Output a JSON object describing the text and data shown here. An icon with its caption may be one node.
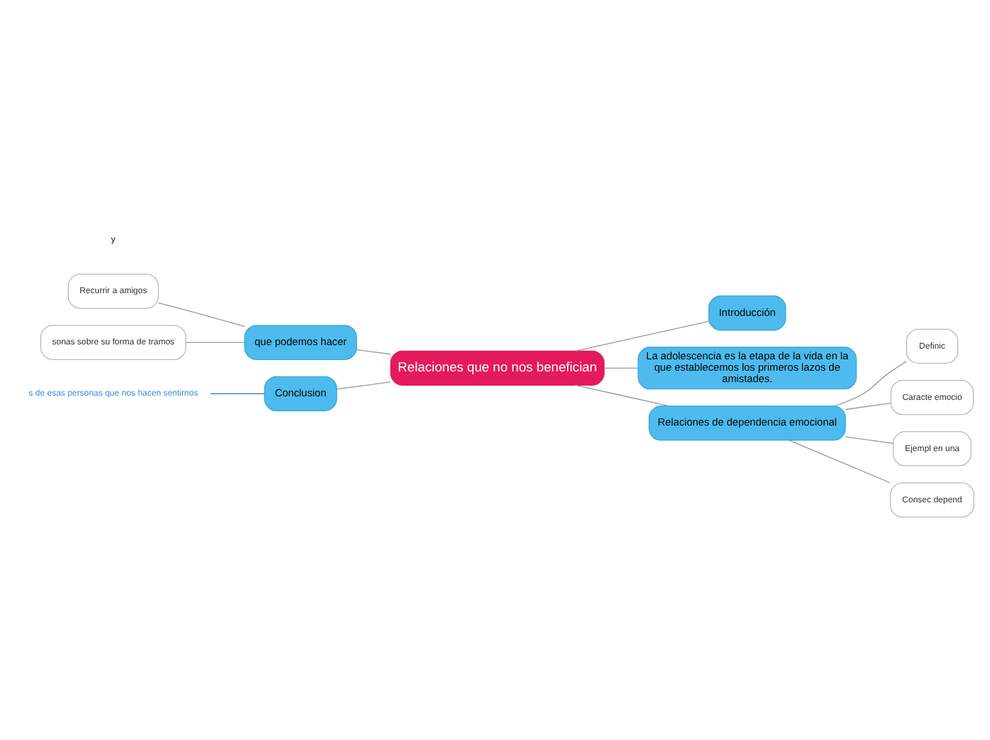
{
  "diagram": {
    "nodes": [
      {
        "text": [
          "Relaciones que no nos benefician"
        ]
      },
      {
        "text": [
          "Introducción"
        ]
      },
      {
        "text": [
          "La adolescencia es la etapa de la vida en la que establecemos los primeros lazos de amistades."
        ]
      },
      {
        "text": [
          "Relaciones de dependencia emocional"
        ]
      },
      {
        "text": [
          "Definic"
        ]
      },
      {
        "text": [
          "Caracte emocio"
        ]
      },
      {
        "text": [
          "Ejempl en una"
        ]
      },
      {
        "text": [
          "Consec depend"
        ]
      },
      {
        "text": [
          "que podemos hacer"
        ]
      },
      {
        "text": [
          "Recurrir a amigos"
        ]
      },
      {
        "text": [
          "sonas sobre su forma de tramos"
        ]
      },
      {
        "text": [
          "Conclusion"
        ]
      },
      {
        "text": [
          "s de esas personas que nos hacen sentirnos"
        ]
      }
    ],
    "edges": [
      {
        "from": 0,
        "to": 1,
        "arrow": "none"
      },
      {
        "from": 0,
        "to": 2,
        "arrow": "none"
      },
      {
        "from": 0,
        "to": 3,
        "arrow": "none"
      },
      {
        "from": 3,
        "to": 4,
        "arrow": "none"
      },
      {
        "from": 3,
        "to": 5,
        "arrow": "none"
      },
      {
        "from": 3,
        "to": 6,
        "arrow": "none"
      },
      {
        "from": 3,
        "to": 7,
        "arrow": "none"
      },
      {
        "from": 0,
        "to": 8,
        "arrow": "none"
      },
      {
        "from": 8,
        "to": 9,
        "arrow": "none"
      },
      {
        "from": 8,
        "to": 10,
        "arrow": "none"
      },
      {
        "from": 0,
        "to": 11,
        "arrow": "none"
      },
      {
        "from": 11,
        "to": 12,
        "arrow": "none",
        "color": "#1e6fd9"
      }
    ],
    "labels": [
      "y"
    ]
  }
}
